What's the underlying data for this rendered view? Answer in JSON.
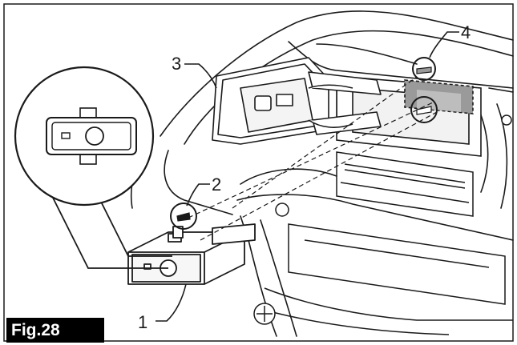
{
  "figure": {
    "label": "Fig.28",
    "callouts": [
      "1",
      "2",
      "3",
      "4"
    ]
  },
  "colors": {
    "ink": "#1a1a1a",
    "background": "#ffffff",
    "shade": "#9a9a9a",
    "badge_bg": "#000000",
    "badge_text": "#ffffff"
  }
}
